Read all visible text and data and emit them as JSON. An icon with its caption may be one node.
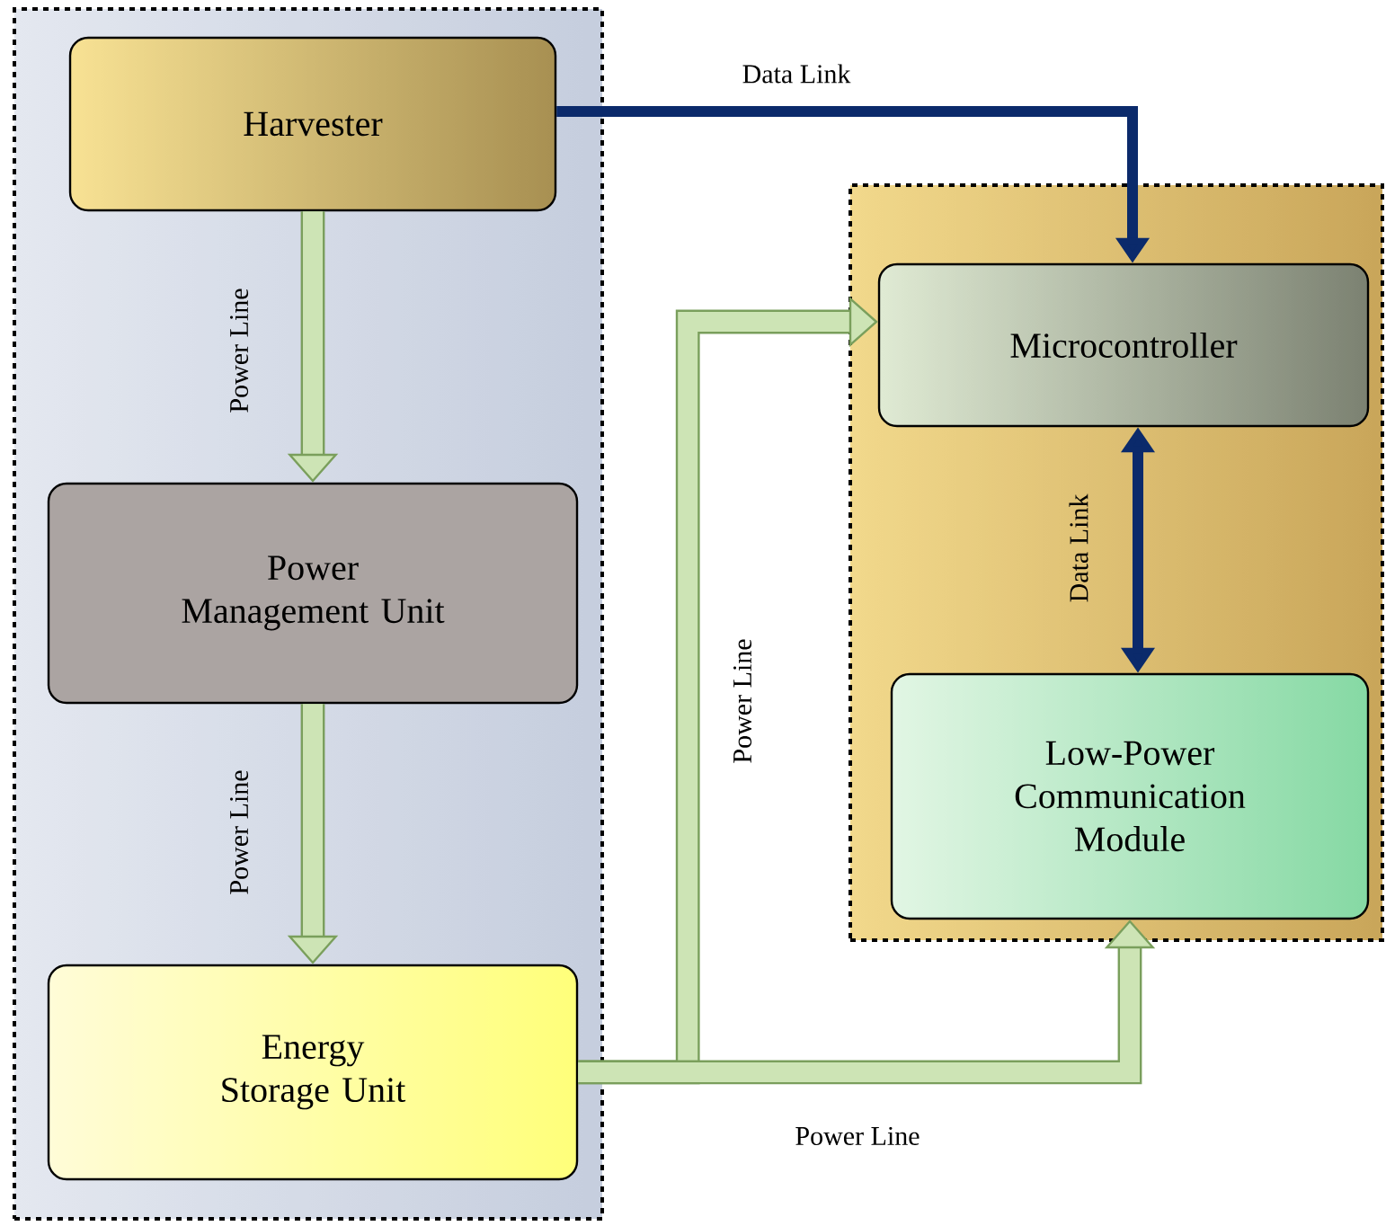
{
  "diagram": {
    "nodes": [
      {
        "text": [],
        "shape": "box"
      },
      {
        "text": [
          "Harvester"
        ],
        "in": 0
      },
      {
        "text": [
          "Power Management Unit"
        ],
        "in": 0
      },
      {
        "text": [
          "Energy Storage Unit"
        ],
        "in": 0
      },
      {
        "text": [],
        "shape": "box"
      },
      {
        "text": [
          "Microcontroller"
        ],
        "in": 4
      },
      {
        "text": [
          "Low-Power Communication Module"
        ],
        "in": 4
      }
    ],
    "edges": [
      {
        "from": 1,
        "to": 2,
        "arrow": "to",
        "label": "Power Line"
      },
      {
        "from": 2,
        "to": 3,
        "arrow": "to",
        "label": "Power Line"
      },
      {
        "from": 3,
        "to": 5,
        "arrow": "to",
        "label": "Power Line"
      },
      {
        "from": 3,
        "to": 6,
        "arrow": "to",
        "label": "Power Line"
      },
      {
        "from": 1,
        "to": 5,
        "arrow": "to",
        "label": "Data Link",
        "color": "#0b2a6b"
      },
      {
        "from": 5,
        "to": 6,
        "arrow": "both",
        "label": "Data Link",
        "color": "#0b2a6b"
      }
    ]
  }
}
